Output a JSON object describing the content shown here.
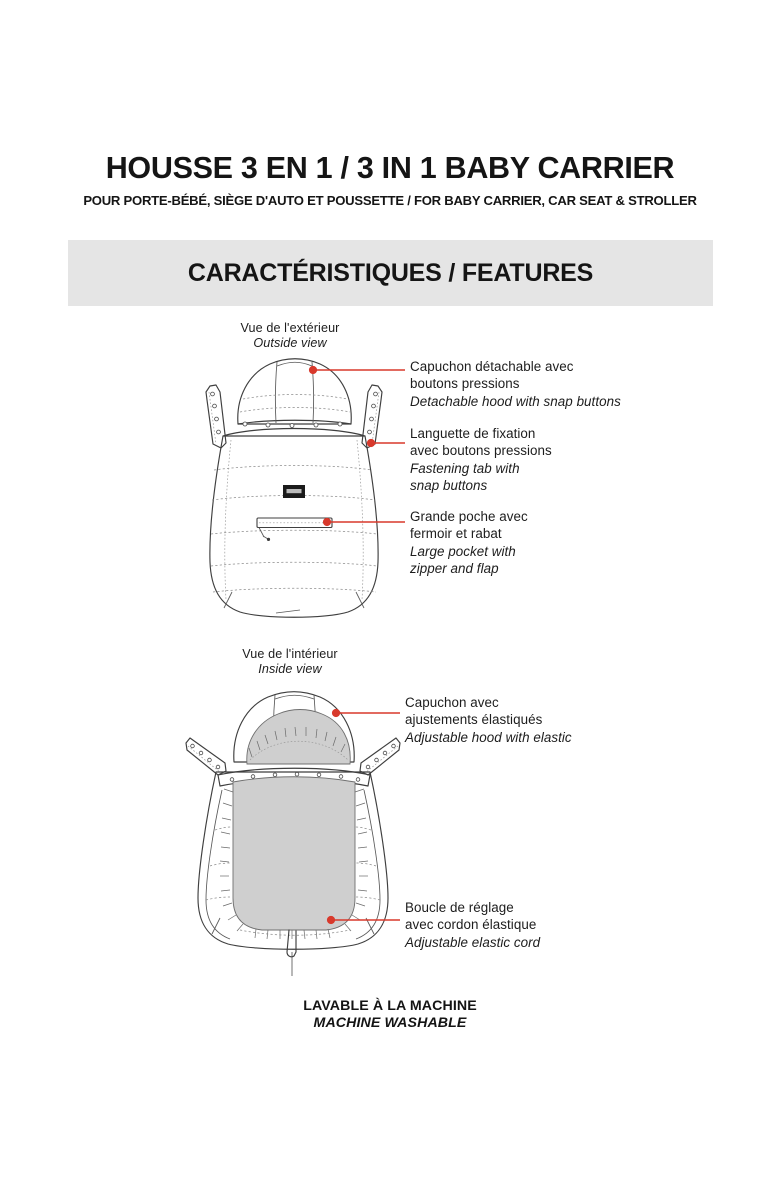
{
  "document": {
    "title_fr_en": "HOUSSE 3 EN 1 / 3 IN 1 BABY CARRIER",
    "subtitle_fr_en": "POUR PORTE-BÉBÉ, SIÈGE D'AUTO ET POUSSETTE / FOR BABY CARRIER, CAR SEAT & STROLLER"
  },
  "features_band": {
    "label": "CARACTÉRISTIQUES / FEATURES",
    "background_color": "#e5e5e5"
  },
  "views": {
    "outside": {
      "caption_fr": "Vue de l'extérieur",
      "caption_en": "Outside view"
    },
    "inside": {
      "caption_fr": "Vue de l'intérieur",
      "caption_en": "Inside view"
    }
  },
  "annotations": [
    {
      "id": "hood",
      "fr_line1": "Capuchon détachable avec",
      "fr_line2": "boutons pressions",
      "en_line1": "Detachable hood with snap buttons",
      "en_line2": ""
    },
    {
      "id": "fastening-tab",
      "fr_line1": "Languette de fixation",
      "fr_line2": "avec boutons pressions",
      "en_line1": "Fastening tab with",
      "en_line2": "snap buttons"
    },
    {
      "id": "pocket",
      "fr_line1": "Grande poche avec",
      "fr_line2": "fermoir et rabat",
      "en_line1": "Large pocket with",
      "en_line2": "zipper and flap"
    },
    {
      "id": "inner-hood",
      "fr_line1": "Capuchon avec",
      "fr_line2": "ajustements élastiqués",
      "en_line1": "Adjustable hood with elastic",
      "en_line2": ""
    },
    {
      "id": "elastic-cord",
      "fr_line1": "Boucle de réglage",
      "fr_line2": "avec cordon élastique",
      "en_line1": "Adjustable elastic cord",
      "en_line2": ""
    }
  ],
  "footer": {
    "washable_fr": "LAVABLE À LA MACHINE",
    "washable_en": "MACHINE WASHABLE"
  },
  "colors": {
    "accent_red": "#d8392c",
    "band_gray": "#e5e5e5",
    "inner_panel_gray": "#cfcfcf",
    "line_dark": "#3a3a3a",
    "text_black": "#151515"
  }
}
